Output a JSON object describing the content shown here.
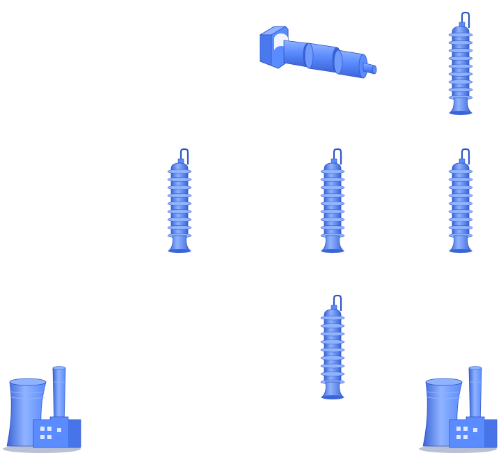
{
  "diagram": {
    "background": "#ffffff",
    "symbols": [
      {
        "id": "gen-0",
        "kind": "generator-turbine",
        "icon": "generator-icon"
      },
      {
        "id": "ins-top-r",
        "kind": "insulator",
        "icon": "insulator-icon"
      },
      {
        "id": "ins-mid-l",
        "kind": "insulator",
        "icon": "insulator-icon"
      },
      {
        "id": "ins-mid-c",
        "kind": "insulator",
        "icon": "insulator-icon"
      },
      {
        "id": "ins-mid-r",
        "kind": "insulator",
        "icon": "insulator-icon"
      },
      {
        "id": "ins-low-c",
        "kind": "insulator",
        "icon": "insulator-icon"
      },
      {
        "id": "plant-l",
        "kind": "power-plant",
        "icon": "power-plant-icon"
      },
      {
        "id": "plant-r",
        "kind": "power-plant",
        "icon": "power-plant-icon"
      }
    ],
    "colors": {
      "symbol_fill": "#5b8cff",
      "symbol_light": "#8fb3ff",
      "symbol_dark": "#3a64d8",
      "symbol_outline": "#2f55c2",
      "shadow": "#9aa6c4"
    }
  }
}
